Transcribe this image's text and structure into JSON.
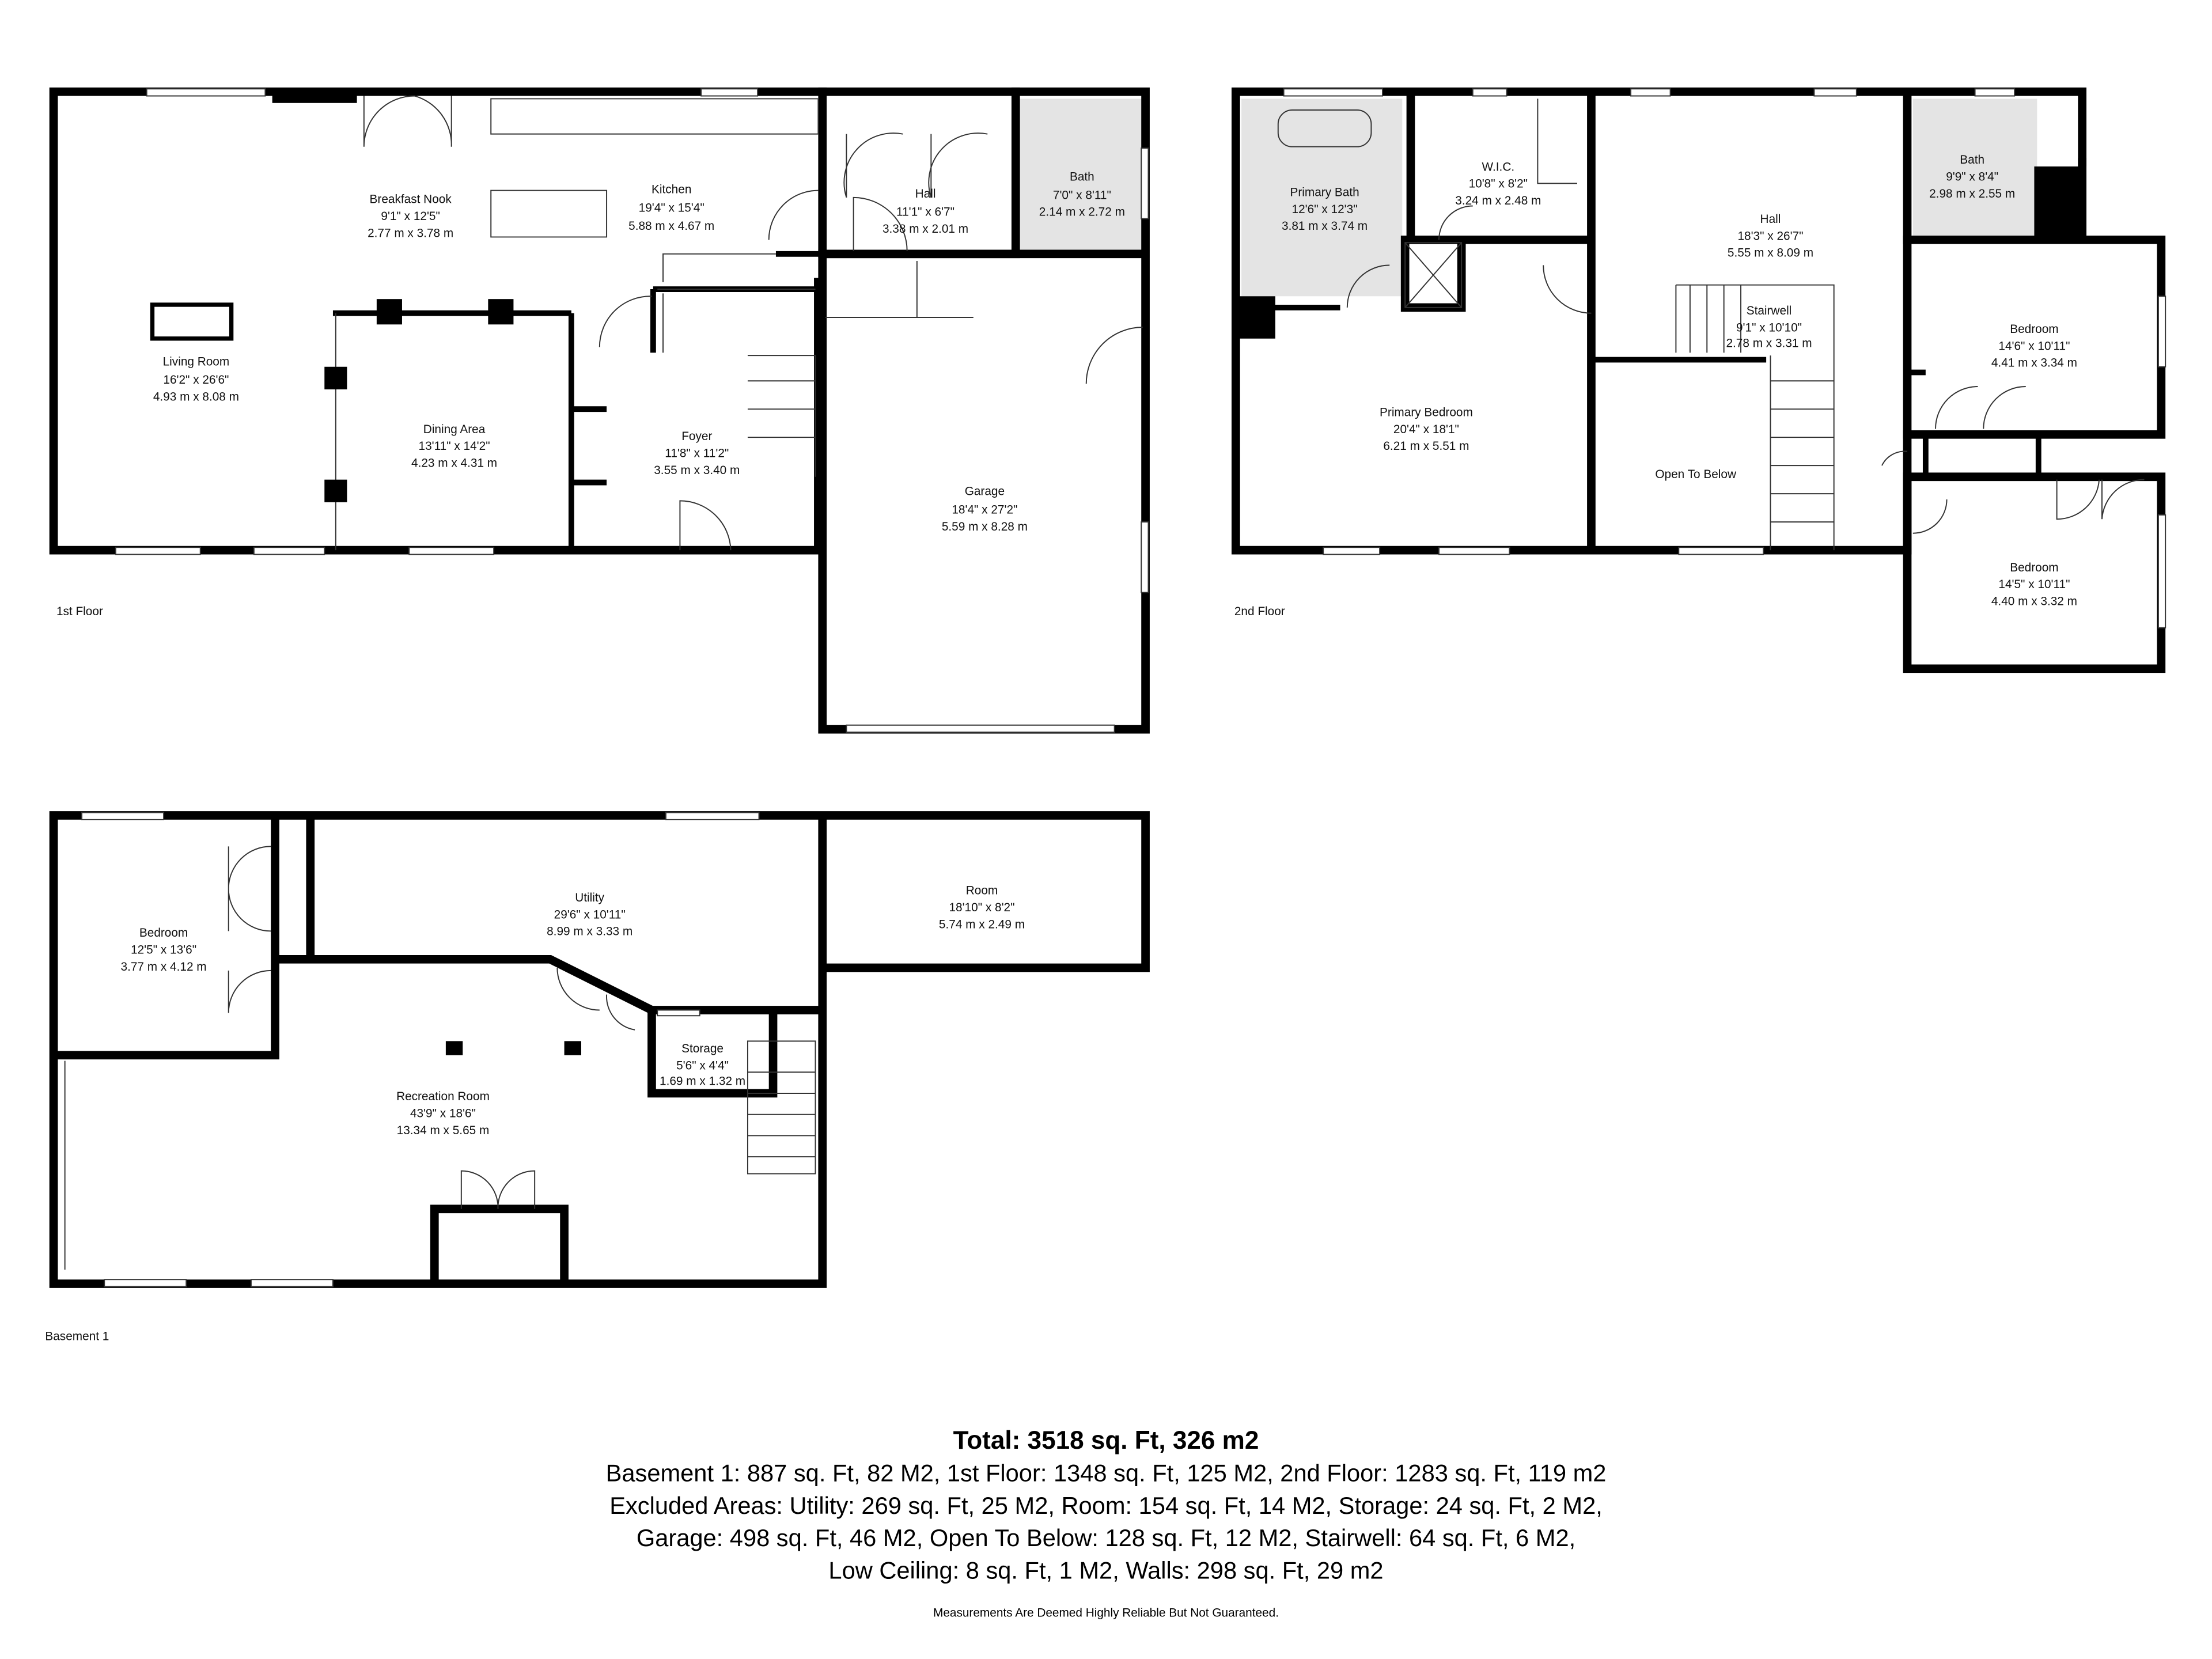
{
  "floors": {
    "first": {
      "label": "1st Floor",
      "rooms": {
        "breakfast_nook": {
          "name": "Breakfast Nook",
          "imperial": "9'1\" x 12'5\"",
          "metric": "2.77 m x 3.78 m"
        },
        "kitchen": {
          "name": "Kitchen",
          "imperial": "19'4\" x 15'4\"",
          "metric": "5.88 m x 4.67 m"
        },
        "hall": {
          "name": "Hall",
          "imperial": "11'1\" x 6'7\"",
          "metric": "3.38 m x 2.01 m"
        },
        "bath": {
          "name": "Bath",
          "imperial": "7'0\" x 8'11\"",
          "metric": "2.14 m x 2.72 m"
        },
        "living_room": {
          "name": "Living Room",
          "imperial": "16'2\" x 26'6\"",
          "metric": "4.93 m x 8.08 m"
        },
        "dining_area": {
          "name": "Dining Area",
          "imperial": "13'11\" x 14'2\"",
          "metric": "4.23 m x 4.31 m"
        },
        "foyer": {
          "name": "Foyer",
          "imperial": "11'8\" x 11'2\"",
          "metric": "3.55 m x 3.40 m"
        },
        "garage": {
          "name": "Garage",
          "imperial": "18'4\" x 27'2\"",
          "metric": "5.59 m x 8.28 m"
        }
      }
    },
    "second": {
      "label": "2nd Floor",
      "rooms": {
        "primary_bath": {
          "name": "Primary Bath",
          "imperial": "12'6\" x 12'3\"",
          "metric": "3.81 m x 3.74 m"
        },
        "wic": {
          "name": "W.I.C.",
          "imperial": "10'8\" x 8'2\"",
          "metric": "3.24 m x 2.48 m"
        },
        "hall": {
          "name": "Hall",
          "imperial": "18'3\" x 26'7\"",
          "metric": "5.55 m x 8.09 m"
        },
        "bath": {
          "name": "Bath",
          "imperial": "9'9\" x 8'4\"",
          "metric": "2.98 m x 2.55 m"
        },
        "stairwell": {
          "name": "Stairwell",
          "imperial": "9'1\" x 10'10\"",
          "metric": "2.78 m x 3.31 m"
        },
        "primary_bedroom": {
          "name": "Primary Bedroom",
          "imperial": "20'4\" x 18'1\"",
          "metric": "6.21 m x 5.51 m"
        },
        "bedroom1": {
          "name": "Bedroom",
          "imperial": "14'6\" x 10'11\"",
          "metric": "4.41 m x 3.34 m"
        },
        "open_to_below": {
          "name": "Open To Below"
        },
        "bedroom2": {
          "name": "Bedroom",
          "imperial": "14'5\" x 10'11\"",
          "metric": "4.40 m x 3.32 m"
        }
      }
    },
    "basement": {
      "label": "Basement 1",
      "rooms": {
        "bedroom": {
          "name": "Bedroom",
          "imperial": "12'5\" x 13'6\"",
          "metric": "3.77 m x 4.12 m"
        },
        "utility": {
          "name": "Utility",
          "imperial": "29'6\" x 10'11\"",
          "metric": "8.99 m x 3.33 m"
        },
        "room": {
          "name": "Room",
          "imperial": "18'10\" x 8'2\"",
          "metric": "5.74 m x 2.49 m"
        },
        "storage": {
          "name": "Storage",
          "imperial": "5'6\" x 4'4\"",
          "metric": "1.69 m x 1.32 m"
        },
        "recreation_room": {
          "name": "Recreation Room",
          "imperial": "43'9\" x 18'6\"",
          "metric": "13.34 m x 5.65 m"
        }
      }
    }
  },
  "summary": {
    "total": "Total: 3518 sq. Ft, 326 m2",
    "lines": [
      "Basement 1: 887 sq. Ft, 82 M2, 1st Floor: 1348 sq. Ft, 125 M2, 2nd Floor: 1283 sq. Ft, 119 m2",
      "Excluded Areas: Utility: 269 sq. Ft, 25 M2, Room: 154 sq. Ft, 14 M2, Storage: 24 sq. Ft, 2 M2,",
      "Garage: 498 sq. Ft, 46 M2, Open To Below: 128 sq. Ft, 12 M2, Stairwell: 64 sq. Ft, 6 M2,",
      "Low Ceiling: 8 sq. Ft, 1 M2, Walls: 298 sq. Ft, 29 m2"
    ],
    "disclaimer": "Measurements Are Deemed Highly Reliable But Not Guaranteed."
  }
}
